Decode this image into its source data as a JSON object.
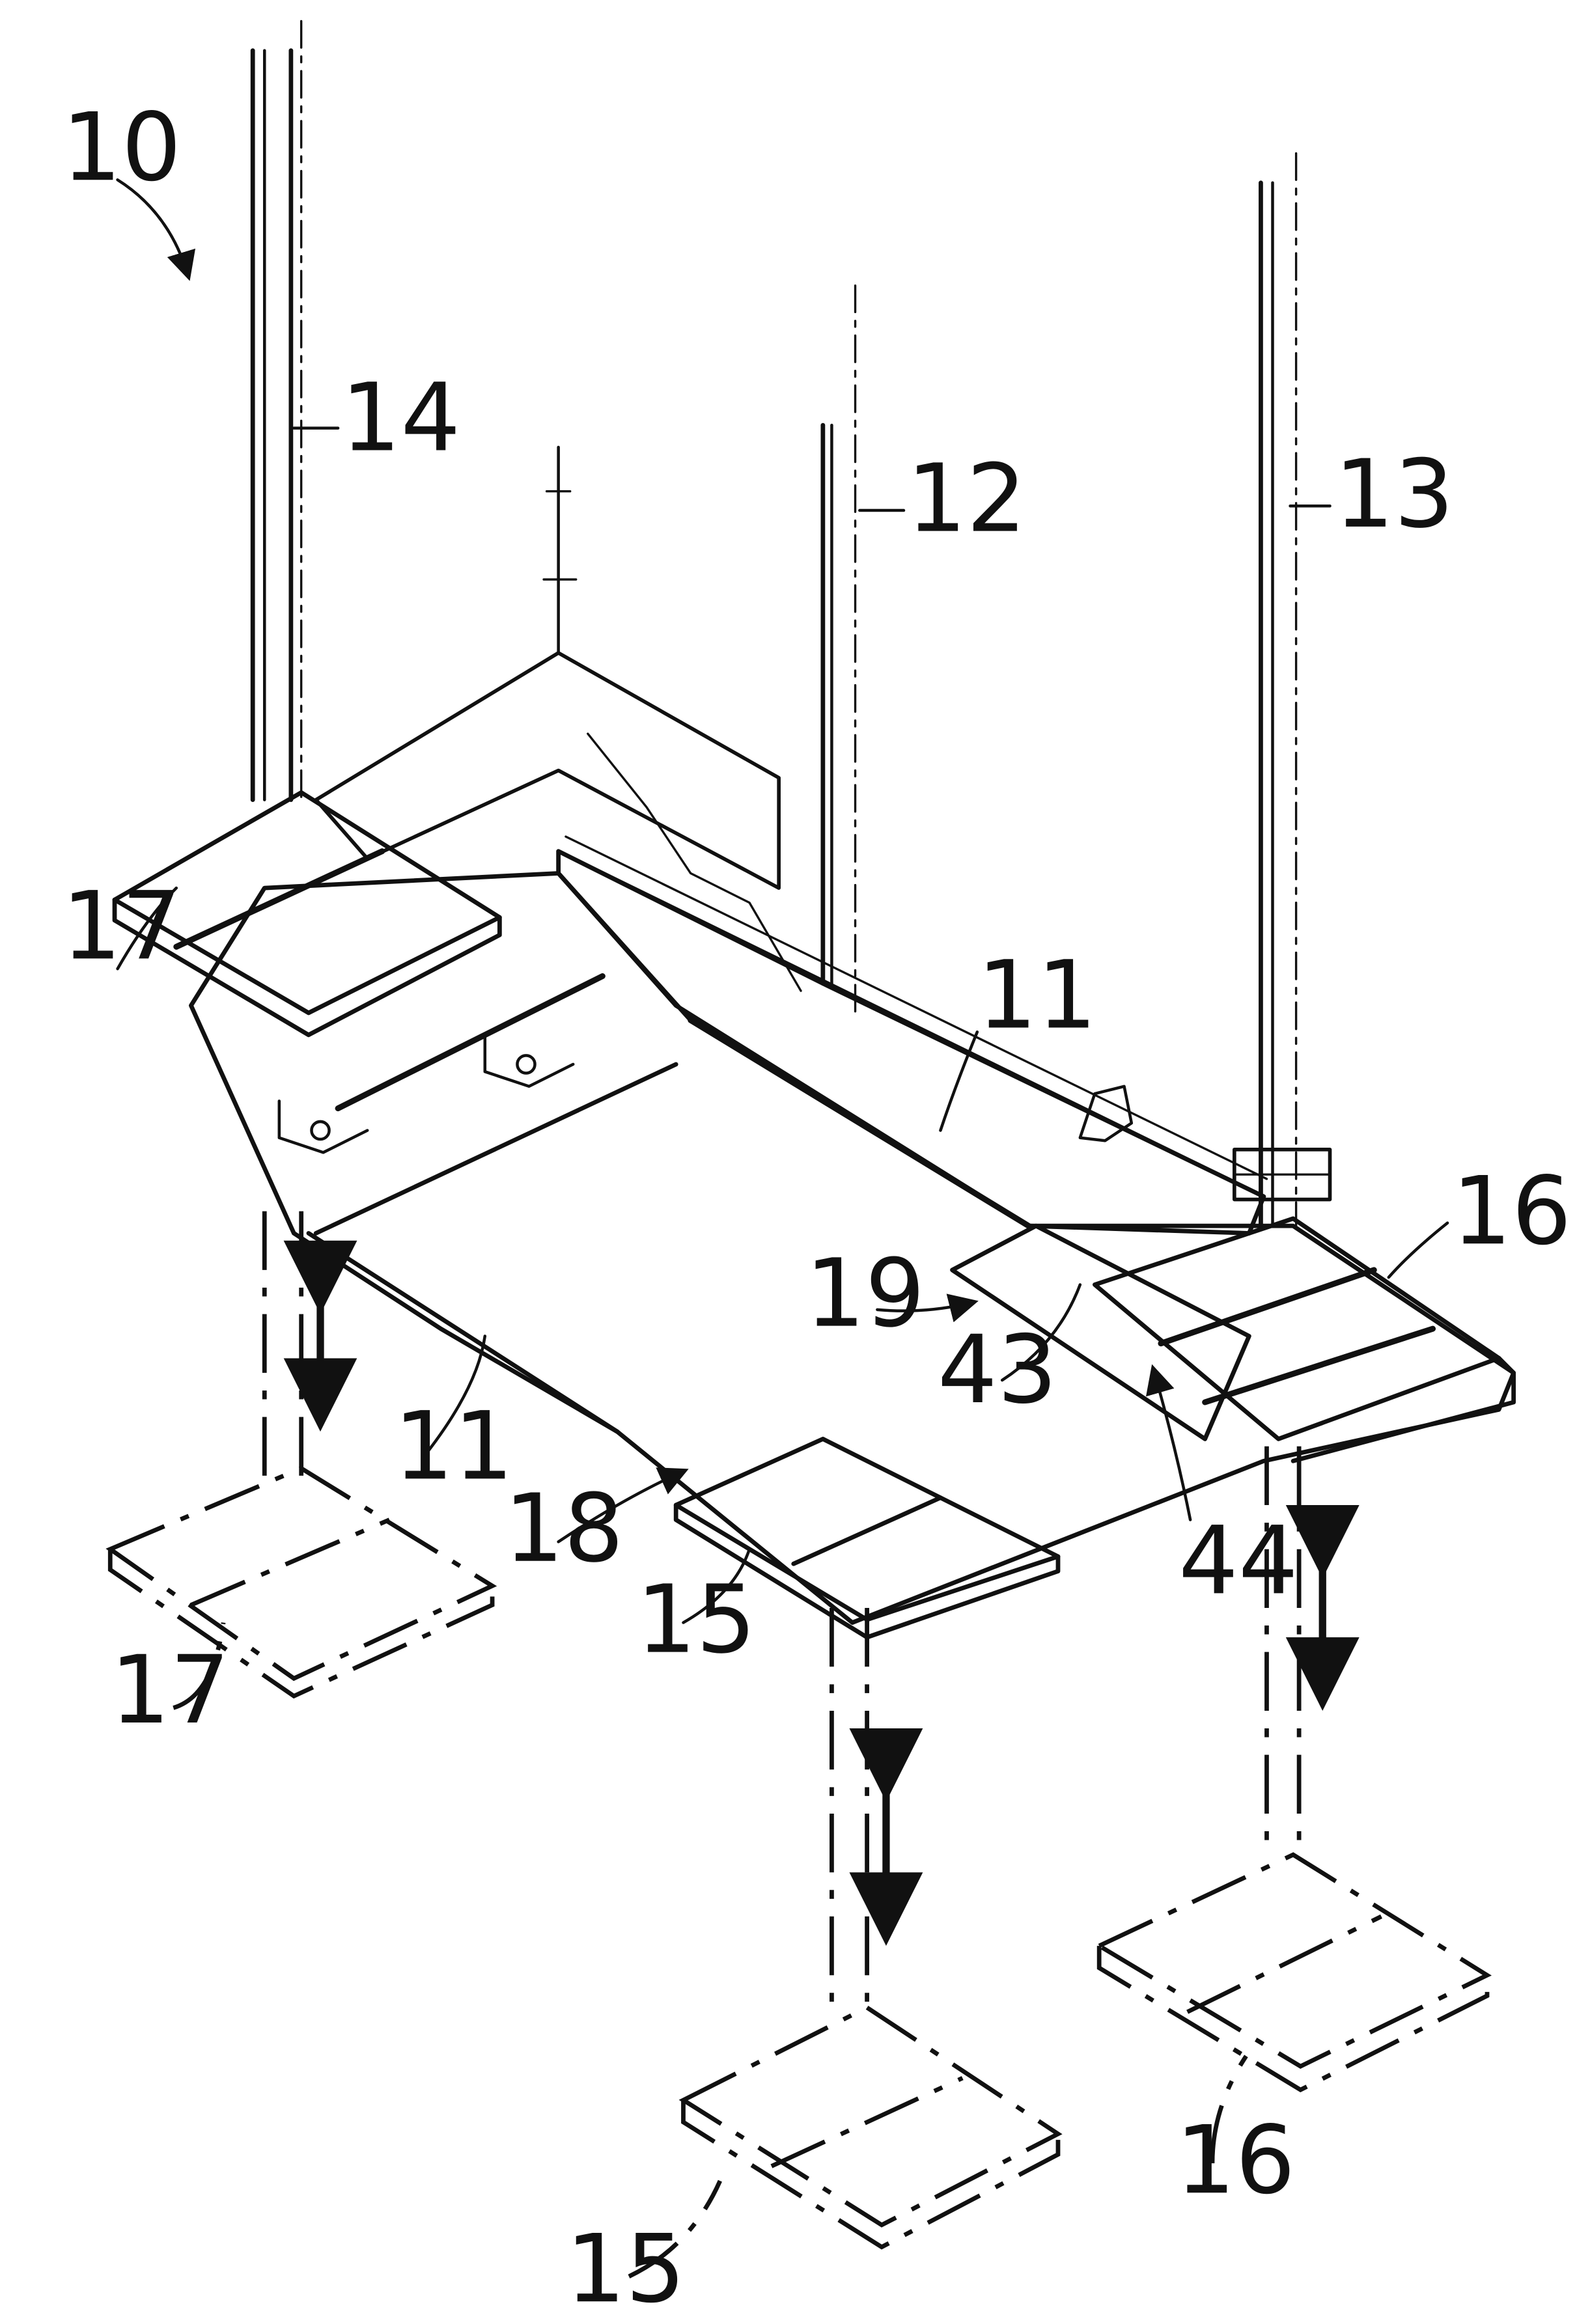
{
  "labels": {
    "assembly": "10",
    "hull_side": "11",
    "hull_bottom": "11",
    "leg_middle": "12",
    "leg_right": "13",
    "leg_left": "14",
    "pad_front": "15",
    "pad_front_lowered": "15",
    "pad_right": "16",
    "pad_right_lowered": "16",
    "pad_left": "17",
    "pad_left_lowered": "17",
    "recess_front": "18",
    "recess_right": "19",
    "ramp": "43",
    "ramp_edge": "44"
  },
  "colors": {
    "ink": "#111111",
    "paper": "#ffffff"
  }
}
